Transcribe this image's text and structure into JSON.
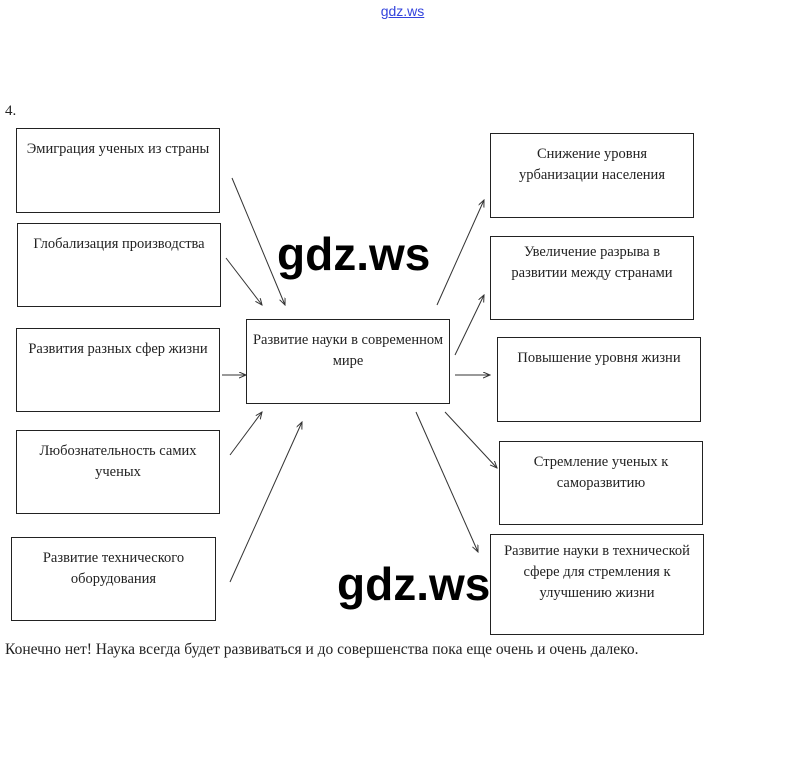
{
  "header": {
    "site_link": "gdz.ws"
  },
  "task_number": "4.",
  "center": "Развитие науки в современном мире",
  "causes": [
    "Эмиграция ученых из страны",
    "Глобализация производства",
    "Развития разных сфер жизни",
    "Любознательность самих ученых",
    "Развитие технического оборудования"
  ],
  "effects": [
    "Снижение уровня урбанизации населения",
    "Увеличение разрыва в развитии между странами",
    "Повышение уровня жизни",
    "Стремление ученых к саморазвитию",
    "Развитие науки в технической сфере для стремления к улучшению жизни"
  ],
  "watermarks": [
    "gdz.ws",
    "gdz.ws"
  ],
  "answer": "Конечно нет! Наука всегда будет развиваться и до совершенства пока еще очень и очень далеко."
}
